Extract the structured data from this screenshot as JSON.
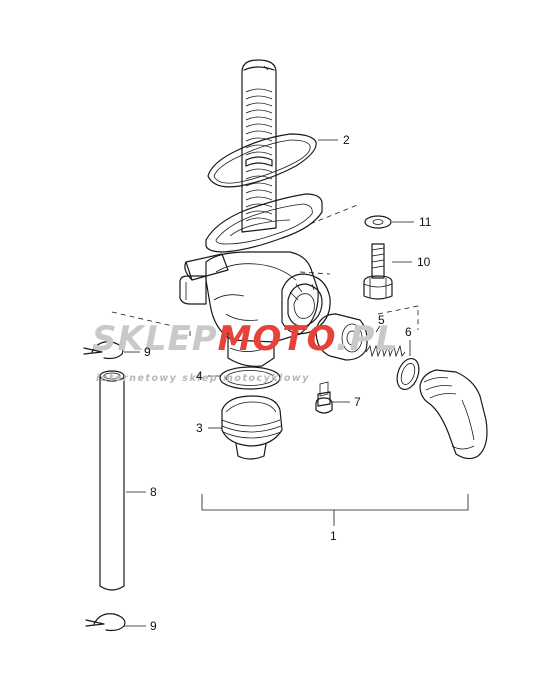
{
  "watermark": {
    "brand_prefix": "SKLEP",
    "brand_middle": "MOTO",
    "brand_suffix": ".PL",
    "tagline": "internetowy sklep motocyklowy",
    "colors": {
      "gray": "#c9c9c9",
      "red": "#e8413a"
    }
  },
  "callouts": {
    "p1": "1",
    "p2": "2",
    "p3": "3",
    "p4": "4",
    "p5": "5",
    "p6": "6",
    "p7": "7",
    "p8": "8",
    "p9a": "9",
    "p9b": "9",
    "p10": "10",
    "p11": "11"
  }
}
